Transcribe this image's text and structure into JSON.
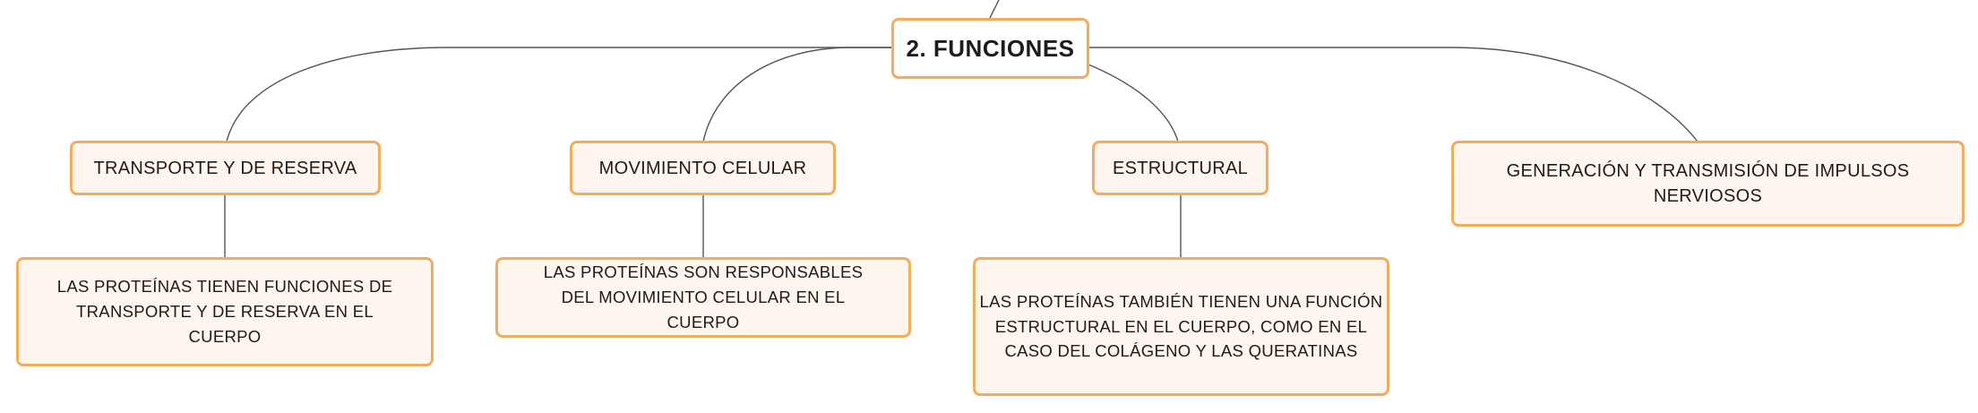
{
  "root": {
    "label": "2. FUNCIONES"
  },
  "branches": [
    {
      "label": "TRANSPORTE Y DE RESERVA",
      "detail": "LAS PROTEÍNAS TIENEN FUNCIONES DE TRANSPORTE Y DE RESERVA EN EL CUERPO"
    },
    {
      "label": "MOVIMIENTO CELULAR",
      "detail": "LAS PROTEÍNAS SON RESPONSABLES DEL MOVIMIENTO CELULAR EN EL CUERPO"
    },
    {
      "label": "ESTRUCTURAL",
      "detail": "LAS PROTEÍNAS TAMBIÉN TIENEN UNA FUNCIÓN ESTRUCTURAL EN EL CUERPO, COMO EN EL CASO DEL COLÁGENO Y LAS QUERATINAS"
    },
    {
      "label": "GENERACIÓN Y TRANSMISIÓN DE IMPULSOS NERVIOSOS"
    }
  ],
  "colors": {
    "node_border": "#f2ac5e",
    "node_fill": "#fdf5ee",
    "connector": "#555555"
  }
}
